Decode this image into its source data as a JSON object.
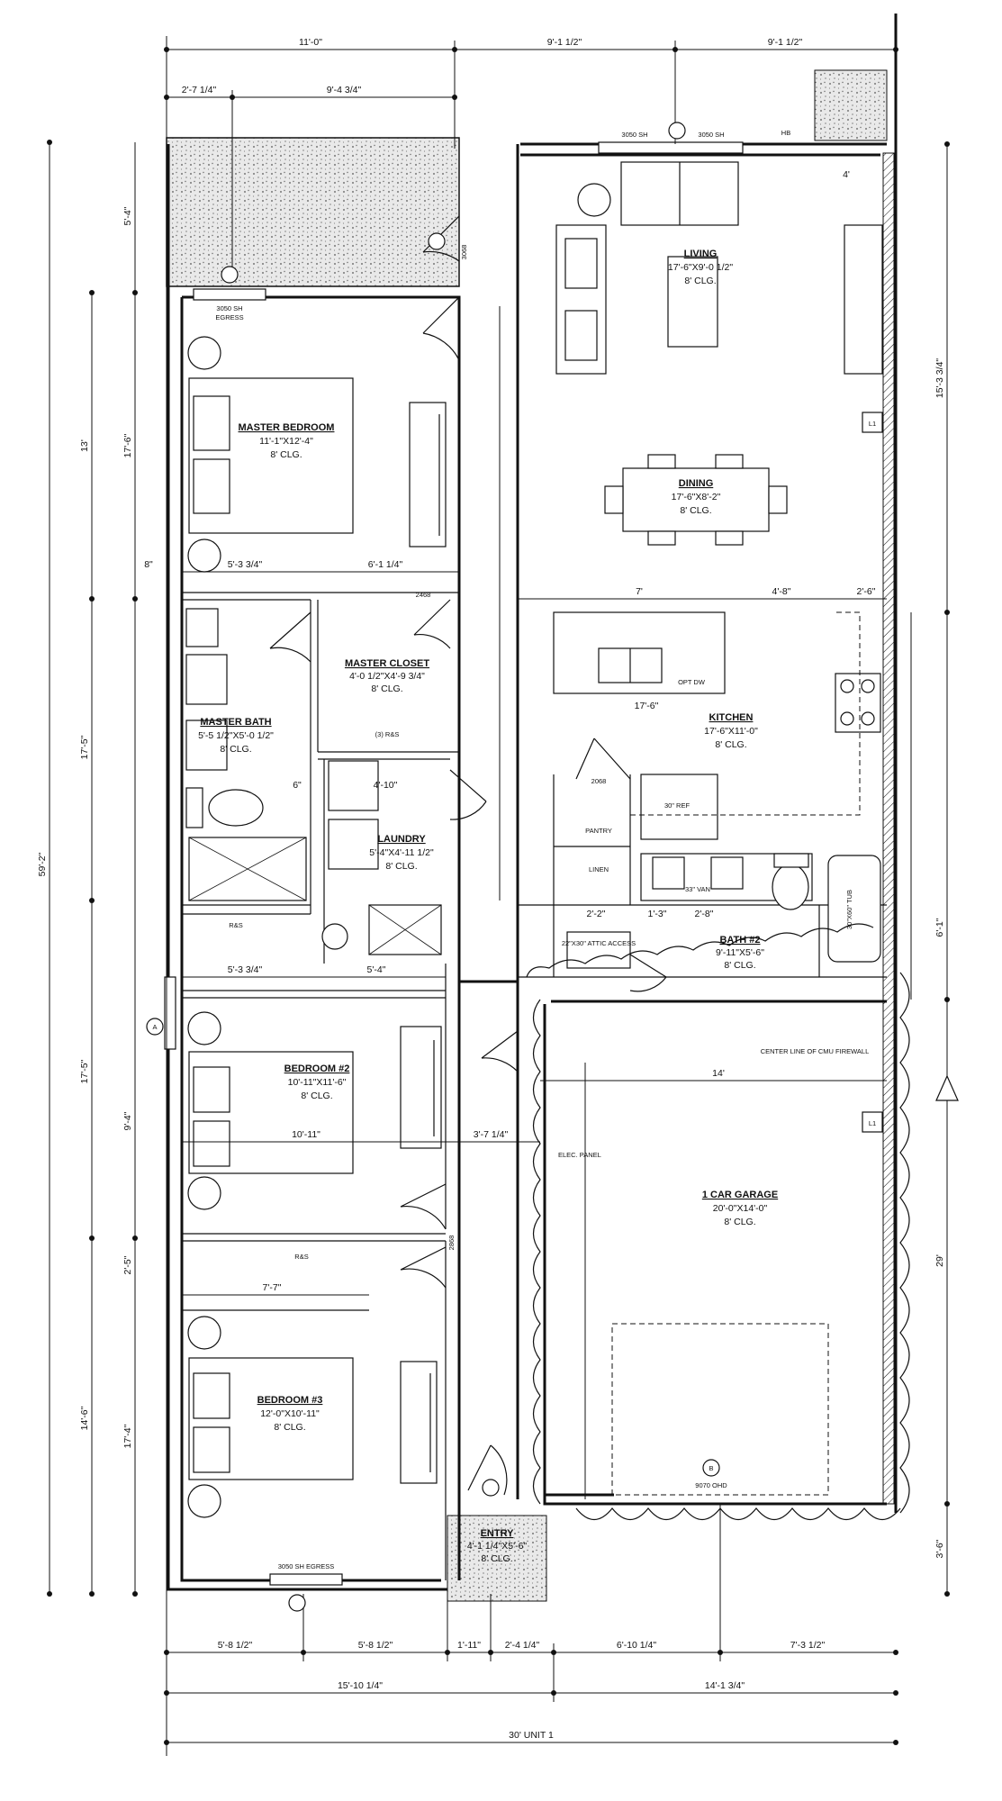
{
  "rooms": {
    "living": {
      "name": "LIVING",
      "size": "17'-6\"X9'-0 1/2\"",
      "ceiling": "8' CLG."
    },
    "dining": {
      "name": "DINING",
      "size": "17'-6\"X8'-2\"",
      "ceiling": "8' CLG."
    },
    "kitchen": {
      "name": "KITCHEN",
      "size": "17'-6\"X11'-0\"",
      "ceiling": "8' CLG."
    },
    "master_bedroom": {
      "name": "MASTER BEDROOM",
      "size": "11'-1\"X12'-4\"",
      "ceiling": "8' CLG."
    },
    "master_closet": {
      "name": "MASTER CLOSET",
      "size": "4'-0 1/2\"X4'-9 3/4\"",
      "ceiling": "8' CLG."
    },
    "master_bath": {
      "name": "MASTER BATH",
      "size": "5'-5 1/2\"X5'-0 1/2\"",
      "ceiling": "8' CLG."
    },
    "laundry": {
      "name": "LAUNDRY",
      "size": "5'-4\"X4'-11 1/2\"",
      "ceiling": "8' CLG."
    },
    "bath2": {
      "name": "BATH #2",
      "size": "9'-11\"X5'-6\"",
      "ceiling": "8' CLG."
    },
    "bedroom2": {
      "name": "BEDROOM #2",
      "size": "10'-11\"X11'-6\"",
      "ceiling": "8' CLG."
    },
    "bedroom3": {
      "name": "BEDROOM #3",
      "size": "12'-0\"X10'-11\"",
      "ceiling": "8' CLG."
    },
    "garage": {
      "name": "1 CAR GARAGE",
      "size": "20'-0\"X14'-0\"",
      "ceiling": "8' CLG."
    },
    "entry": {
      "name": "ENTRY",
      "size": "4'-1 1/4\"X5'-6\"",
      "ceiling": "8' CLG."
    }
  },
  "dims_top": {
    "overall_left": "11'-0\"",
    "overall_mid": "9'-1 1/2\"",
    "overall_right": "9'-1 1/2\"",
    "sub_a": "2'-7 1/4\"",
    "sub_b": "9'-4 3/4\""
  },
  "dims_bottom": {
    "a": "5'-8 1/2\"",
    "b": "5'-8 1/2\"",
    "c": "1'-11\"",
    "d": "2'-4 1/4\"",
    "e": "6'-10 1/4\"",
    "f": "7'-3 1/2\"",
    "left_total": "15'-10 1/4\"",
    "right_total": "14'-1 3/4\"",
    "overall": "30' UNIT 1"
  },
  "dims_left": {
    "total": "59'-2\"",
    "a": "13'",
    "b": "17'-5\"",
    "c": "17'-5\"",
    "d": "14'-6\"",
    "e": "17'-6\"",
    "f": "5'-4\"",
    "g": "9'-4\"",
    "h": "17'-4\"",
    "i": "2'-5\""
  },
  "dims_right": {
    "a": "15'-3 3/4\"",
    "b": "6'-1\"",
    "c": "29'",
    "d": "3'-6\""
  },
  "dims_inner": {
    "k7": "7'",
    "k48": "4'-8\"",
    "k26": "2'-6\"",
    "kit": "17'-6\"",
    "d14": "14'",
    "mb_a": "5'-3 3/4\"",
    "mb_b": "6'-1 1/4\"",
    "b2_a": "5'-3 3/4\"",
    "b2_b": "5'-4\"",
    "b2_w": "10'-11\"",
    "hall": "3'-7 1/4\"",
    "b3_w": "7'-7\"",
    "four": "4'",
    "eight_in": "8\"",
    "six_in": "6\"",
    "lau": "4'-10\"",
    "pan": "2'-2\"",
    "b2m": "1'-3\"",
    "b2n": "2'-8\""
  },
  "labels": {
    "window_top": "3050 SH",
    "window_top2": "3050 SH",
    "window_mb": "3050 SH",
    "egress": "EGRESS",
    "window_b3": "3050 SH EGRESS",
    "garage_door": "9070 OHD",
    "door_3068": "3068",
    "door_2068": "2068",
    "door_2868": "2868",
    "door_2468": "2468",
    "ref": "30\" REF",
    "pantry": "PANTRY",
    "linen": "LINEN",
    "attic": "22\"X30\" ATTIC ACCESS",
    "elec_panel": "ELEC. PANEL",
    "center_line": "CENTER LINE OF CMU FIREWALL",
    "shelf_rs": "R&S",
    "shelf_rs2": "R&S",
    "rs_count": "(3) R&S",
    "l1": "L1",
    "l1b": "L1",
    "vanity": "33\" VAN",
    "tub": "30\"X60\" TUB",
    "mark_a": "A",
    "mark_b": "B",
    "opt_dw": "OPT DW",
    "hb": "HB"
  }
}
